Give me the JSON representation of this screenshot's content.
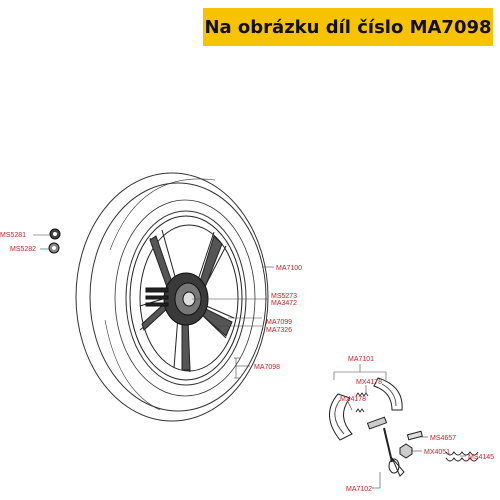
{
  "banner": {
    "text": "Na obrázku díl číslo MA7098",
    "color": "#f7c300"
  },
  "label_color": "#d21f1f",
  "parts": {
    "ms5281": "MS5281",
    "ms5282": "MS5282",
    "ma7100": "MA7100",
    "ms5273": "MS5273",
    "ma3472": "MA3472",
    "ma7099": "MA7099",
    "ma7326": "MA7326",
    "ma7098": "MA7098",
    "ma7101": "MA7101",
    "mx4178_a": "MX4178",
    "mx4178_b": "MX4178",
    "ms4657": "MS4657",
    "mx4051": "MX4051",
    "ms4145": "MS4145",
    "ma7102": "MA7102"
  }
}
